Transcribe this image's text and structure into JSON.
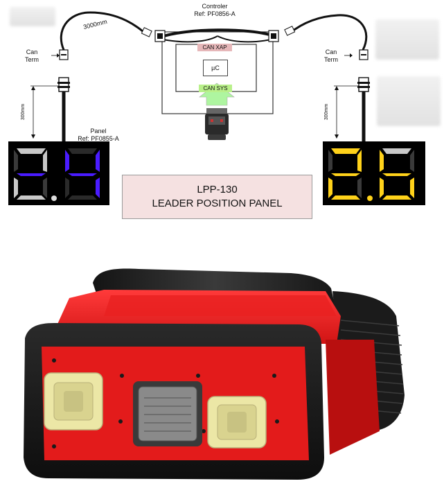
{
  "controller": {
    "label": "Controler",
    "ref": "Ref: PF0856-A",
    "microcontroller": "µC",
    "can_xap": "CAN XAP",
    "can_sys": "CAN SYS"
  },
  "cable": {
    "length_label": "3000mm",
    "drop_length_label": "300mm"
  },
  "left": {
    "can_term": [
      "Can",
      "Term"
    ],
    "panel_label": "Panel",
    "panel_ref": "Ref: PF0855-A",
    "display_value": "2.4",
    "display_color": "#4a1cff"
  },
  "right": {
    "can_term": [
      "Can",
      "Term"
    ],
    "display_value": "2.6",
    "display_color": "#ffd21a"
  },
  "title": {
    "line1": "LPP-130",
    "line2": "LEADER POSITION PANEL"
  },
  "colors": {
    "tag_fill": "#e6b7b9",
    "sys_fill": "#b9f08a",
    "arrow_fill": "#aef5a0",
    "housing_red": "#e31b1b",
    "housing_black": "#1e1e1e",
    "connector_cream": "#ece7a6"
  }
}
